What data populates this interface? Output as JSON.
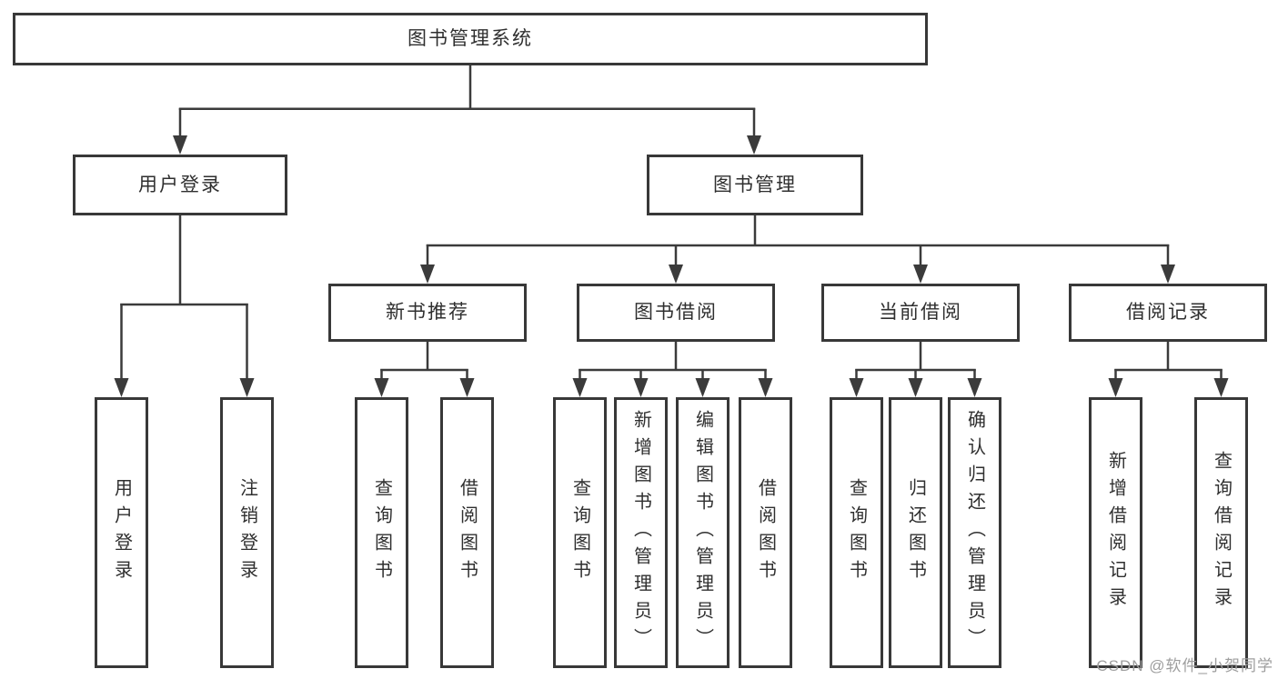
{
  "diagram": {
    "root": {
      "label": "图书管理系统"
    },
    "level2": [
      {
        "label": "用户登录"
      },
      {
        "label": "图书管理"
      }
    ],
    "level3": [
      {
        "label": "新书推荐"
      },
      {
        "label": "图书借阅"
      },
      {
        "label": "当前借阅"
      },
      {
        "label": "借阅记录"
      }
    ],
    "leaves": {
      "user": [
        "用户登录",
        "注销登录"
      ],
      "recommend": [
        "查询图书",
        "借阅图书"
      ],
      "borrow": [
        "查询图书",
        "新增图书（管理员）",
        "编辑图书（管理员）",
        "借阅图书"
      ],
      "current": [
        "查询图书",
        "归还图书",
        "确认归还（管理员）"
      ],
      "records": [
        "新增借阅记录",
        "查询借阅记录"
      ]
    }
  },
  "watermark": {
    "text": "CSDN @软件_小贺同学"
  },
  "colors": {
    "line": "#3b3b3b",
    "box_border": "#383838",
    "text": "#2f2f2f",
    "background": "#ffffff",
    "watermark": "#9e9e9e"
  }
}
